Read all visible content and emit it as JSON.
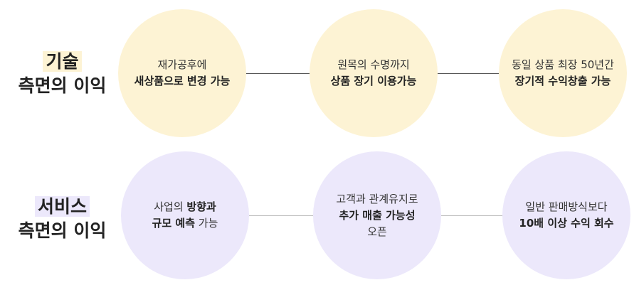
{
  "colors": {
    "tech": "#fdf3d4",
    "service": "#ece8fb"
  },
  "rows": [
    {
      "title_highlight": "기술",
      "title_rest": "측면의 이익",
      "circles": [
        {
          "line1": "재가공후에",
          "line2_bold": "새상품으로 변경 가능"
        },
        {
          "line1": "원목의 수명까지",
          "line2_bold": "상품 장기 이용가능"
        },
        {
          "line1": "동일 상품 최장 50년간",
          "line2_bold": "장기적 수익창출 가능"
        }
      ]
    },
    {
      "title_highlight": "서비스",
      "title_rest": "측면의 이익",
      "circles": [
        {
          "l1_normal": "사업의 ",
          "l1_bold": "방향과",
          "l2_bold": "규모 예측",
          "l2_normal": " 가능"
        },
        {
          "line1": "고객과 관계유지로",
          "line2_bold": "추가 매출 가능성",
          "line3": "오픈"
        },
        {
          "line1": "일반 판매방식보다",
          "line2_bold": "10배 이상 수익 회수"
        }
      ]
    }
  ]
}
